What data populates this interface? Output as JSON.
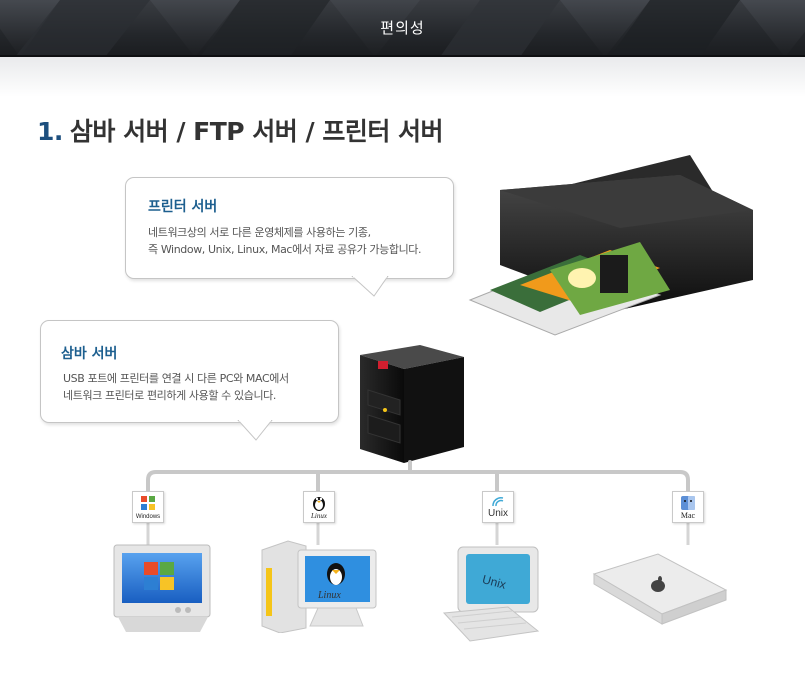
{
  "header": {
    "title": "편의성"
  },
  "section": {
    "number": "1.",
    "title": "삼바 서버 / FTP 서버 / 프린터 서버"
  },
  "printer_bubble": {
    "title": "프린터 서버",
    "line1": "네트워크상의 서로 다른 운영체제를 사용하는 기종,",
    "line2": "즉 Window, Unix, Linux, Mac에서 자료 공유가 가능합니다."
  },
  "samba_bubble": {
    "title": "삼바 서버",
    "line1": "USB 포트에 프린터를 연결 시 다른 PC와 MAC에서",
    "line2": "네트워크 프린터로 편리하게 사용할 수 있습니다."
  },
  "clients": [
    {
      "os": "Windows",
      "icon": "windows-logo-icon",
      "screen_text": ""
    },
    {
      "os": "Linux",
      "icon": "tux-penguin-icon",
      "screen_text": "Linux"
    },
    {
      "os": "Unix",
      "icon": "unix-signal-icon",
      "screen_text": "Unix"
    },
    {
      "os": "Mac",
      "icon": "apple-logo-icon",
      "screen_text": ""
    }
  ],
  "colors": {
    "banner": "#24272b",
    "accent_blue": "#1d5f8f",
    "network_line": "#c8c8c8"
  }
}
